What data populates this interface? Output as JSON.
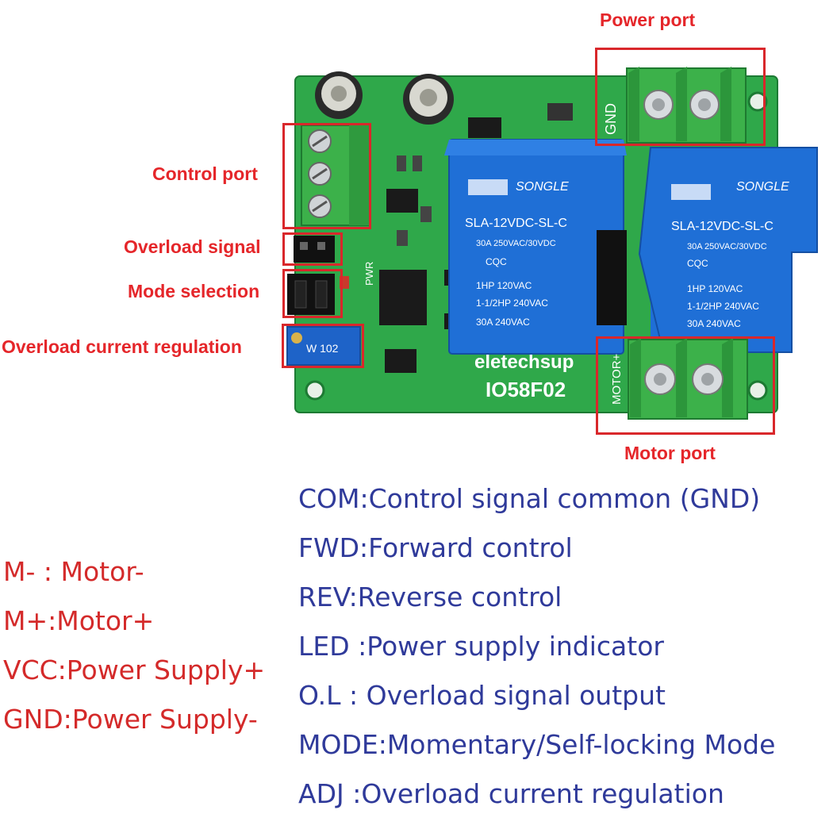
{
  "callouts": {
    "power_port": "Power port",
    "control_port": "Control port",
    "overload_signal": "Overload signal",
    "mode_selection": "Mode selection",
    "overload_current_regulation": "Overload current regulation",
    "motor_port": "Motor port"
  },
  "board": {
    "model": "IO58F02",
    "brand": "eletechsup",
    "power_terminal_label": "GND",
    "motor_terminal_label": "MOTOR+",
    "pwr_label": "PWR",
    "pot_label": "W 102",
    "relays": [
      {
        "brand": "SONGLE",
        "model": "SLA-12VDC-SL-C",
        "rating1": "30A  250VAC/30VDC",
        "cert": "CQC",
        "hp1": "1HP 120VAC",
        "hp2": "1-1/2HP 240VAC",
        "rating2": "30A  240VAC"
      },
      {
        "brand": "SONGLE",
        "model": "SLA-12VDC-SL-C",
        "rating1": "30A  250VAC/30VDC",
        "cert": "CQC",
        "hp1": "1HP 120VAC",
        "hp2": "1-1/2HP 240VAC",
        "rating2": "30A  240VAC"
      }
    ]
  },
  "legend_left": [
    "M- : Motor-",
    "M+:Motor+",
    "VCC:Power Supply+",
    "GND:Power Supply-"
  ],
  "legend_right": [
    "COM:Control signal common (GND)",
    "FWD:Forward control",
    "REV:Reverse control",
    "LED :Power supply indicator",
    "O.L : Overload signal output",
    "MODE:Momentary/Self-locking Mode",
    "ADJ :Overload current regulation"
  ],
  "colors": {
    "pcb": "#2fa84a",
    "terminal": "#3cb14a",
    "relay": "#1f6fd6",
    "callout": "#e5262a",
    "legend_left": "#d42a2a",
    "legend_right": "#2f3a9a"
  }
}
